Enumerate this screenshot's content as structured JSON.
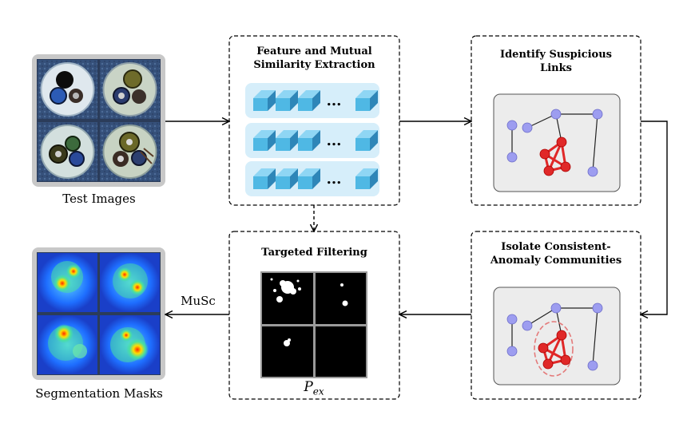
{
  "labels": {
    "test_images": "Test Images",
    "segmentation_masks": "Segmentation Masks",
    "musc": "MuSc",
    "feature_title_line1": "Feature and Mutual",
    "feature_title_line2": "Similarity Extraction",
    "identify_title_line1": "Identify Suspicious",
    "identify_title_line2": "Links",
    "isolate_title_line1": "Isolate Consistent-",
    "isolate_title_line2": "Anomaly Communities",
    "filtering_title": "Targeted Filtering",
    "pex_main": "P",
    "pex_sub": "ex",
    "ellipsis": "..."
  },
  "colors": {
    "node_normal": "#9d9df0",
    "node_anomaly": "#e02828",
    "block_fill": "#5bc0e8",
    "block_row_bg": "#d6eefa",
    "graph_panel_bg": "#ececec",
    "image_frame": "#c8c8c8"
  }
}
